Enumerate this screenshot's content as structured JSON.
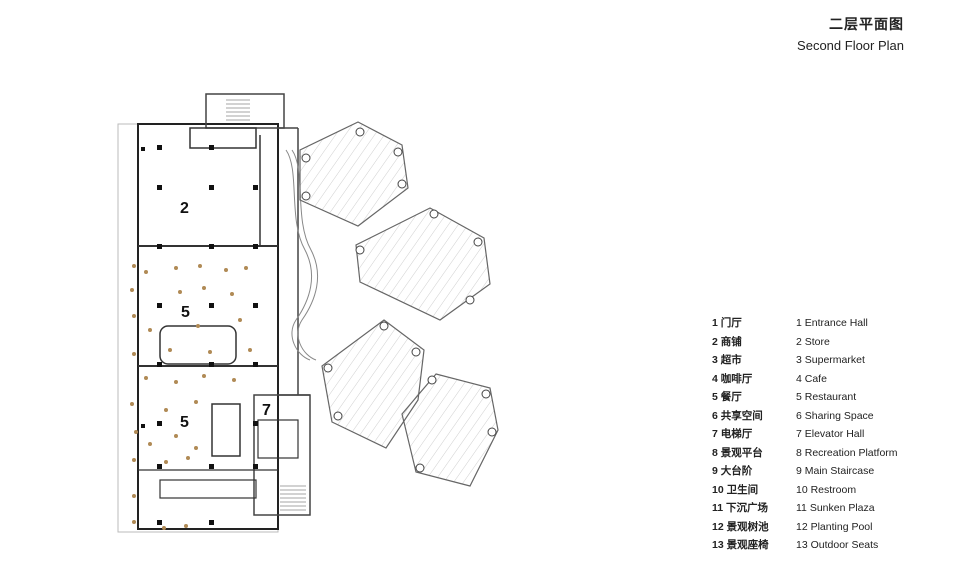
{
  "title": {
    "cn": "二层平面图",
    "en": "Second Floor Plan"
  },
  "room_labels": [
    "2",
    "5",
    "5",
    "7"
  ],
  "legend": [
    {
      "cn": "1 门厅",
      "en": "1  Entrance Hall"
    },
    {
      "cn": "2 商铺",
      "en": "2  Store"
    },
    {
      "cn": "3 超市",
      "en": "3  Supermarket"
    },
    {
      "cn": "4 咖啡厅",
      "en": "4  Cafe"
    },
    {
      "cn": "5 餐厅",
      "en": "5  Restaurant"
    },
    {
      "cn": "6 共享空间",
      "en": "6  Sharing Space"
    },
    {
      "cn": "7 电梯厅",
      "en": "7  Elevator Hall"
    },
    {
      "cn": "8 景观平台",
      "en": "8  Recreation Platform"
    },
    {
      "cn": "9 大台阶",
      "en": "9  Main Staircase"
    },
    {
      "cn": "10 卫生间",
      "en": "10 Restroom"
    },
    {
      "cn": "11 下沉广场",
      "en": "11 Sunken Plaza"
    },
    {
      "cn": "12 景观树池",
      "en": "12 Planting Pool"
    },
    {
      "cn": "13 景观座椅",
      "en": "13 Outdoor Seats"
    }
  ]
}
